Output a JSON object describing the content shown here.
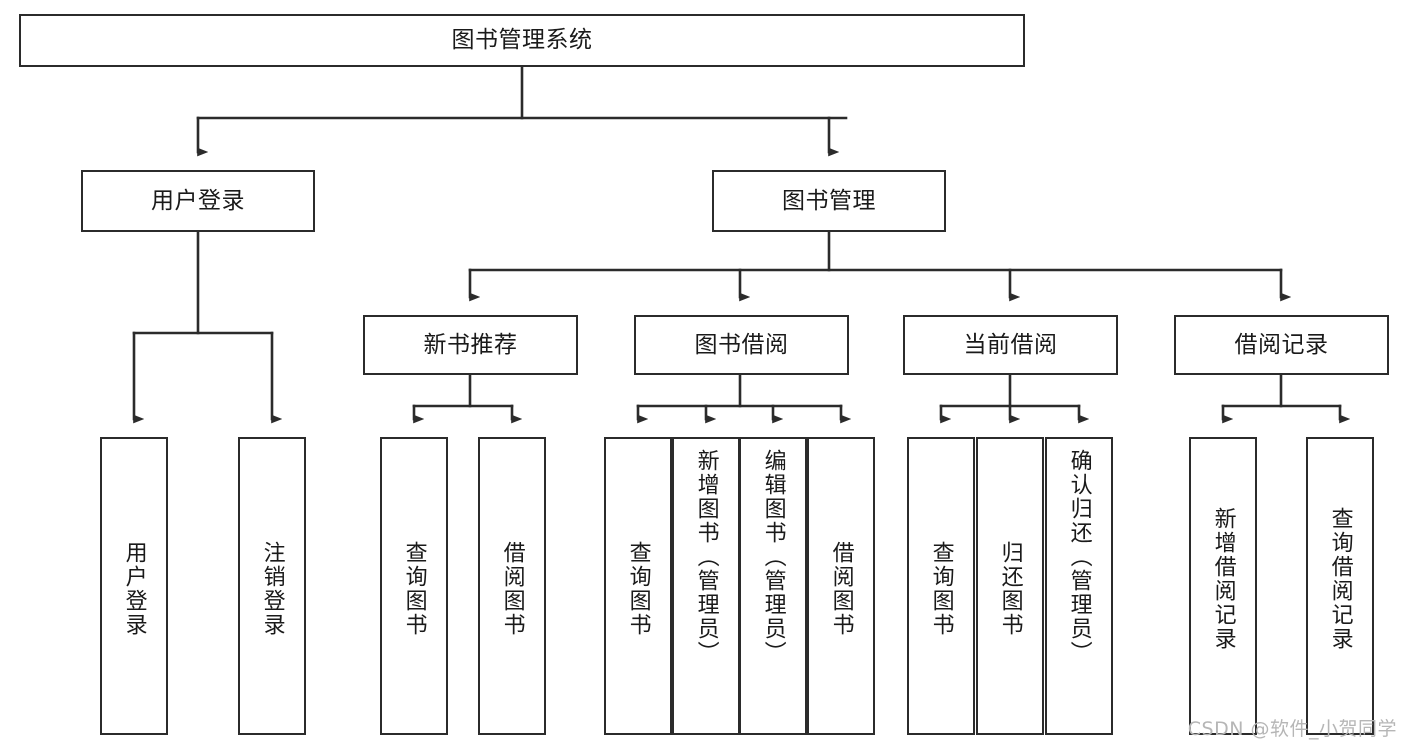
{
  "diagram": {
    "title": "图书管理系统",
    "type": "hierarchy-tree",
    "colors": {
      "box_border": "#2b2b2b",
      "box_fill": "#ffffff",
      "connector": "#2b2b2b",
      "text": "#1a1a1a",
      "watermark": "#b6b6b6",
      "background": "#ffffff"
    },
    "root": {
      "label": "图书管理系统"
    },
    "level2": [
      {
        "label": "用户登录"
      },
      {
        "label": "图书管理"
      }
    ],
    "level3": [
      {
        "label": "新书推荐"
      },
      {
        "label": "图书借阅"
      },
      {
        "label": "当前借阅"
      },
      {
        "label": "借阅记录"
      }
    ],
    "leaves": {
      "user_login": [
        {
          "label": "用户登录"
        },
        {
          "label": "注销登录"
        }
      ],
      "new_book_recommend": [
        {
          "label": "查询图书"
        },
        {
          "label": "借阅图书"
        }
      ],
      "book_borrow": [
        {
          "label": "查询图书"
        },
        {
          "label": "新增图书（管理员）"
        },
        {
          "label": "编辑图书（管理员）"
        },
        {
          "label": "借阅图书"
        }
      ],
      "current_borrow": [
        {
          "label": "查询图书"
        },
        {
          "label": "归还图书"
        },
        {
          "label": "确认归还（管理员）"
        }
      ],
      "borrow_record": [
        {
          "label": "新增借阅记录"
        },
        {
          "label": "查询借阅记录"
        }
      ]
    }
  },
  "watermark": {
    "text": "CSDN @软件_小贺同学"
  }
}
